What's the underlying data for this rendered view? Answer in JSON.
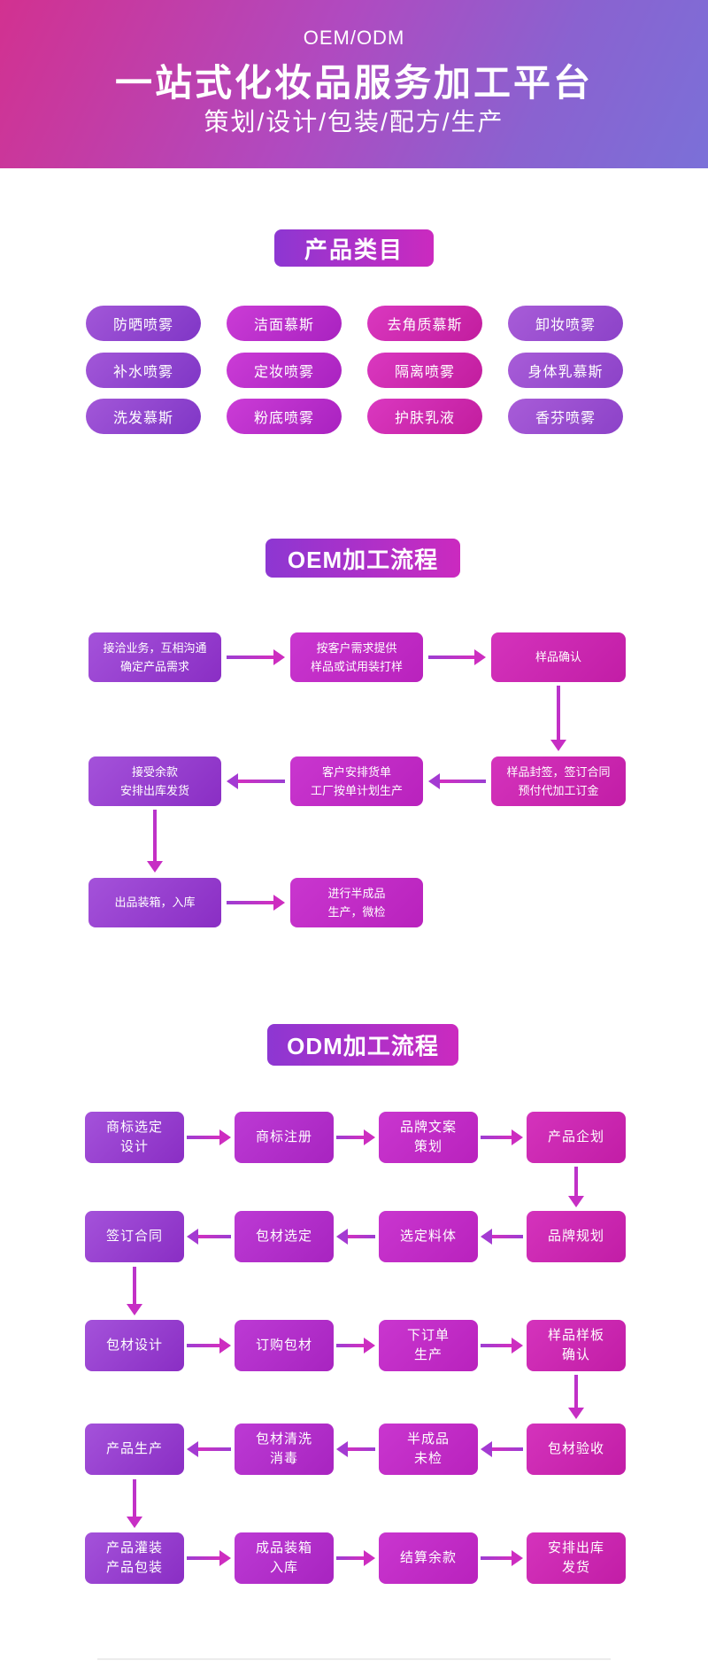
{
  "header": {
    "badge": "OEM/ODM",
    "title": "一站式化妆品服务加工平台",
    "subtitle": "策划/设计/包装/配方/生产"
  },
  "categories": {
    "section_title": "产品类目",
    "pills": [
      {
        "label": "防晒喷雾"
      },
      {
        "label": "洁面慕斯"
      },
      {
        "label": "去角质慕斯"
      },
      {
        "label": "卸妆喷雾"
      },
      {
        "label": "补水喷雾"
      },
      {
        "label": "定妆喷雾"
      },
      {
        "label": "隔离喷雾"
      },
      {
        "label": "身体乳慕斯"
      },
      {
        "label": "洗发慕斯"
      },
      {
        "label": "粉底喷雾"
      },
      {
        "label": "护肤乳液"
      },
      {
        "label": "香芬喷雾"
      }
    ]
  },
  "oem": {
    "section_title": "OEM加工流程",
    "rows": [
      {
        "boxes": [
          {
            "label": "接洽业务，互相沟通\n确定产品需求"
          },
          {
            "label": "按客户需求提供\n样品或试用装打样"
          },
          {
            "label": "样品确认"
          }
        ]
      },
      {
        "boxes": [
          {
            "label": "接受余款\n安排出库发货"
          },
          {
            "label": "客户安排货单\n工厂按单计划生产"
          },
          {
            "label": "样品封签，签订合同\n预付代加工订金"
          }
        ]
      },
      {
        "boxes": [
          {
            "label": "出品装箱，入库"
          },
          {
            "label": "进行半成品\n生产，微检"
          }
        ]
      }
    ]
  },
  "odm": {
    "section_title": "ODM加工流程",
    "rows": [
      {
        "boxes": [
          {
            "label": "商标选定\n设计"
          },
          {
            "label": "商标注册"
          },
          {
            "label": "品牌文案\n策划"
          },
          {
            "label": "产品企划"
          }
        ]
      },
      {
        "boxes": [
          {
            "label": "签订合同"
          },
          {
            "label": "包材选定"
          },
          {
            "label": "选定料体"
          },
          {
            "label": "品牌规划"
          }
        ]
      },
      {
        "boxes": [
          {
            "label": "包材设计"
          },
          {
            "label": "订购包材"
          },
          {
            "label": "下订单\n生产"
          },
          {
            "label": "样品样板\n确认"
          }
        ]
      },
      {
        "boxes": [
          {
            "label": "产品生产"
          },
          {
            "label": "包材清洗\n消毒"
          },
          {
            "label": "半成品\n未检"
          },
          {
            "label": "包材验收"
          }
        ]
      },
      {
        "boxes": [
          {
            "label": "产品灌装\n产品包装"
          },
          {
            "label": "成品装箱\n入库"
          },
          {
            "label": "结算余款"
          },
          {
            "label": "安排出库\n发货"
          }
        ]
      }
    ]
  },
  "colors": {
    "hero_gradient_start": "#d23190",
    "hero_gradient_end": "#7b70d8",
    "title_gradient_start": "#8d37d2",
    "title_gradient_end": "#cb2abf",
    "box_purple": "#9647d0",
    "box_violet": "#b637cf",
    "box_magenta": "#c32cc6",
    "box_pink": "#d029b2",
    "arrow": "#c42fc4",
    "text": "#ffffff"
  }
}
